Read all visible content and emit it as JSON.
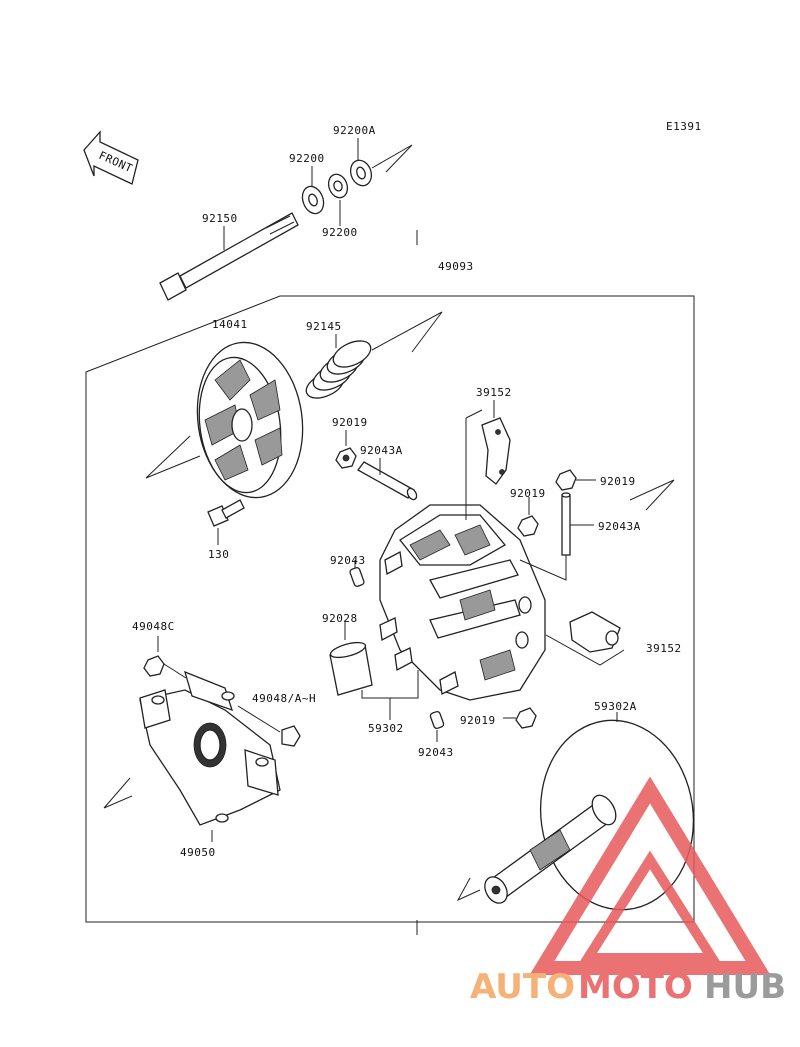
{
  "diagram_code": "E1391",
  "front_label": "FRONT",
  "assembly_number": "49093",
  "parts": [
    {
      "key": "p92200A",
      "number": "92200A"
    },
    {
      "key": "p92200a",
      "number": "92200"
    },
    {
      "key": "p92200b",
      "number": "92200"
    },
    {
      "key": "p92150",
      "number": "92150"
    },
    {
      "key": "p14041",
      "number": "14041"
    },
    {
      "key": "p92145",
      "number": "92145"
    },
    {
      "key": "p39152a",
      "number": "39152"
    },
    {
      "key": "p92019a",
      "number": "92019"
    },
    {
      "key": "p92043A_a",
      "number": "92043A"
    },
    {
      "key": "p92019b",
      "number": "92019"
    },
    {
      "key": "p92019c",
      "number": "92019"
    },
    {
      "key": "p92043A_b",
      "number": "92043A"
    },
    {
      "key": "p130",
      "number": "130"
    },
    {
      "key": "p92043a",
      "number": "92043"
    },
    {
      "key": "p92028",
      "number": "92028"
    },
    {
      "key": "p39152b",
      "number": "39152"
    },
    {
      "key": "p49048C",
      "number": "49048C"
    },
    {
      "key": "p49048AH",
      "number": "49048/A~H"
    },
    {
      "key": "p59302",
      "number": "59302"
    },
    {
      "key": "p92019d",
      "number": "92019"
    },
    {
      "key": "p92043b",
      "number": "92043"
    },
    {
      "key": "p59302A",
      "number": "59302A"
    },
    {
      "key": "p49050",
      "number": "49050"
    }
  ],
  "watermark": {
    "part1": "AUTO",
    "part2": "MOTO",
    "part3": "HUB",
    "color_orange": "#f4a460",
    "color_red": "#e85a5a",
    "color_gray": "#8a8a8a"
  }
}
